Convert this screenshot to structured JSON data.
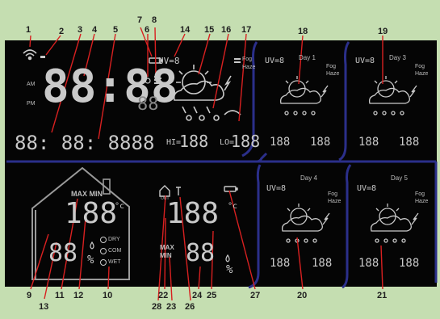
{
  "callout_numbers": [
    "1",
    "2",
    "3",
    "4",
    "5",
    "6",
    "7",
    "8",
    "9",
    "10",
    "11",
    "12",
    "13",
    "14",
    "15",
    "16",
    "17",
    "18",
    "19",
    "20",
    "21",
    "22",
    "23",
    "24",
    "25",
    "26",
    "27",
    "28"
  ],
  "lcd": {
    "am": "AM",
    "pm": "PM",
    "main_time": "88:88",
    "small_time_right": "88",
    "second_row": "88: 88: 8888",
    "uv_label": "UV=8",
    "hi_label": "HI=",
    "lo_label": "LO=",
    "hi_value": "188",
    "lo_value": "188",
    "degree_unit": "°c",
    "forecast_days": [
      "Day 1",
      "Day 3",
      "Day 4",
      "Day 5"
    ],
    "forecast_uv": "UV=8",
    "forecast_flags": [
      "Fog",
      "Haze"
    ],
    "max_min": "MAX MIN",
    "indoor_temp": "188",
    "indoor_humidity": "88",
    "percent": "%",
    "comfort_levels": [
      "DRY",
      "COM",
      "WET"
    ],
    "outdoor_temp": "188",
    "outdoor_humidity": "88",
    "max": "MAX",
    "min": "MIN",
    "house_out_label": "OUT"
  },
  "colors": {
    "background": "#c5deb1",
    "panel": "#050505",
    "divider": "#2b2f8a",
    "segment": "#c9c9c9",
    "callout_text": "#1e1e1e",
    "callout_arrow": "#d82020"
  }
}
